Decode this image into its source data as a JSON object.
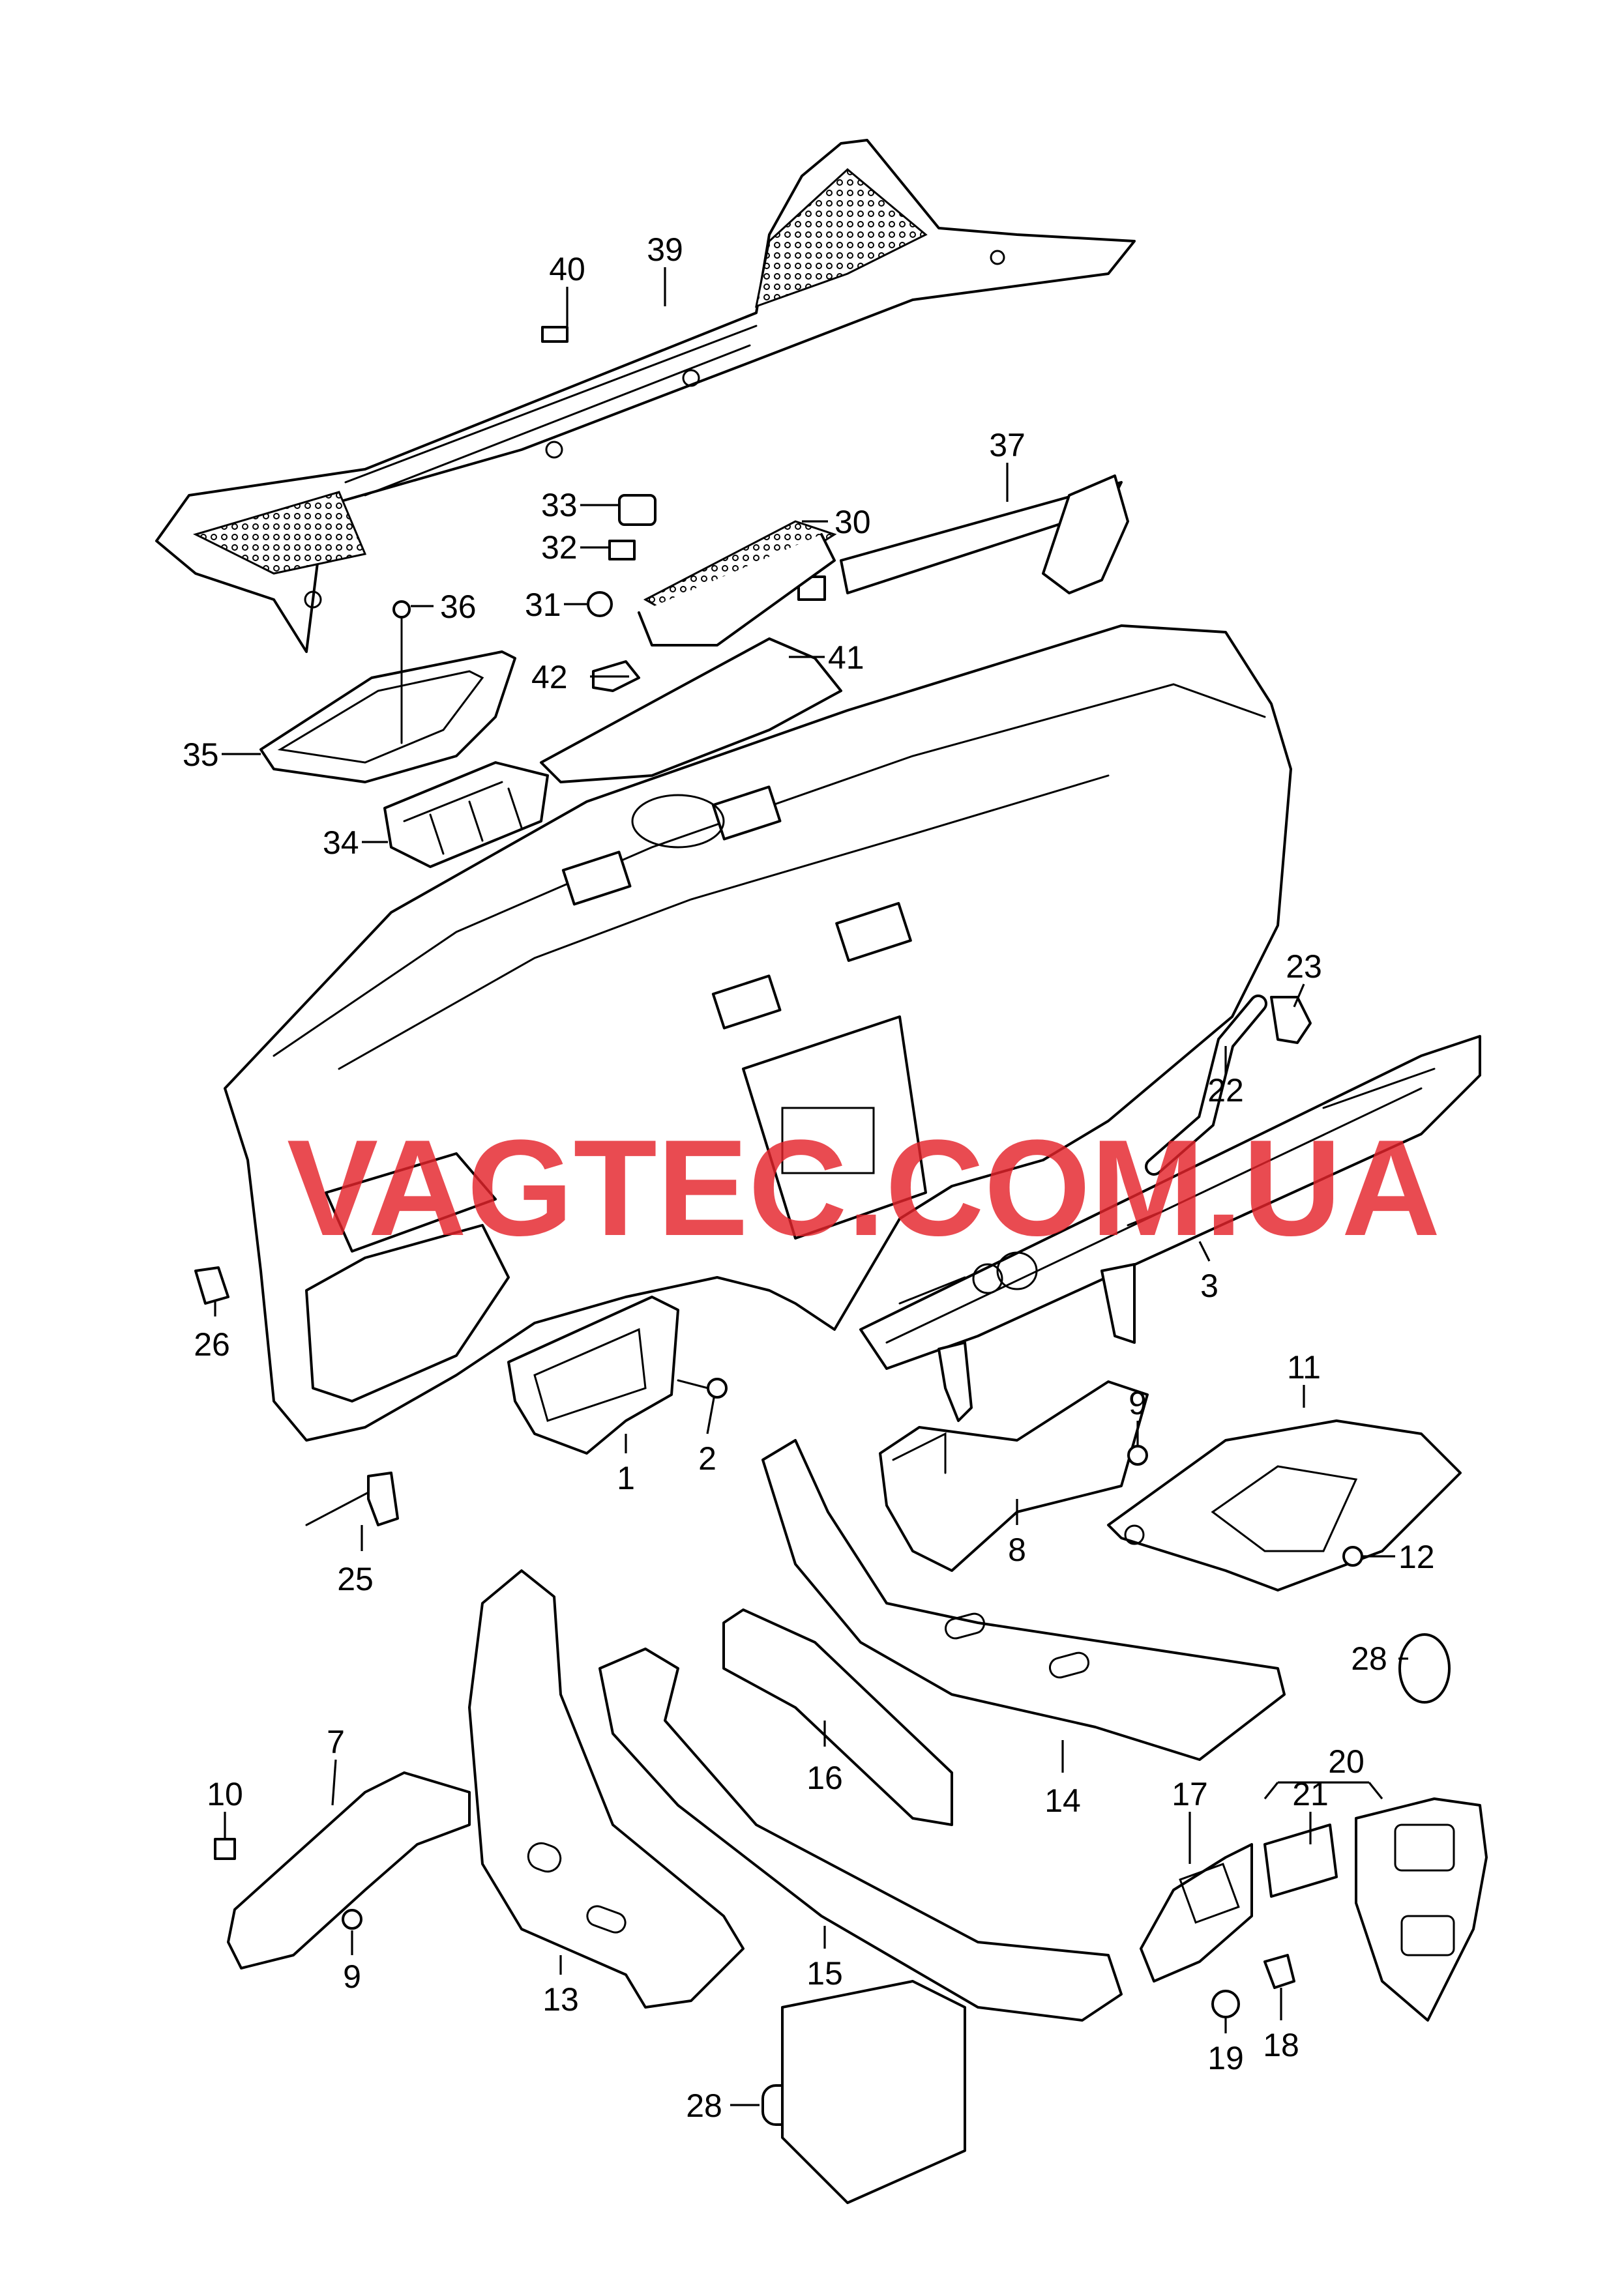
{
  "watermark": "VAGTEC.COM.UA",
  "colors": {
    "lines": "#000000",
    "background": "#ffffff",
    "watermark": "#e4232b"
  },
  "callouts": {
    "p1": "1",
    "p2": "2",
    "p3": "3",
    "p7": "7",
    "p8": "8",
    "p9a": "9",
    "p9b": "9",
    "p10": "10",
    "p11": "11",
    "p12": "12",
    "p13": "13",
    "p14": "14",
    "p15": "15",
    "p16": "16",
    "p17": "17",
    "p18": "18",
    "p19": "19",
    "p20": "20",
    "p21": "21",
    "p22": "22",
    "p23": "23",
    "p25": "25",
    "p26": "26",
    "p28a": "28",
    "p28b": "28",
    "p30": "30",
    "p31": "31",
    "p32": "32",
    "p33": "33",
    "p34": "34",
    "p35": "35",
    "p36": "36",
    "p37": "37",
    "p39": "39",
    "p40": "40",
    "p41": "41",
    "p42": "42"
  }
}
